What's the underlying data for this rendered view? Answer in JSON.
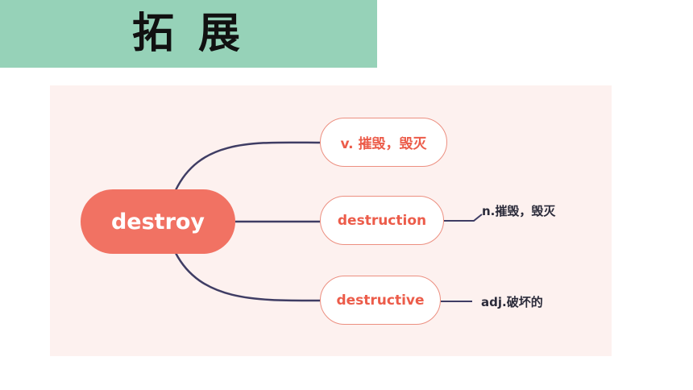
{
  "header": {
    "title": "拓展"
  },
  "mindmap": {
    "root": "destroy",
    "branches": [
      {
        "label": "v. 摧毁，毁灭",
        "note": ""
      },
      {
        "label": "destruction",
        "note": "n.摧毁，毁灭"
      },
      {
        "label": "destructive",
        "note": "adj.破坏的"
      }
    ]
  },
  "colors": {
    "title_bar": "#96d2b8",
    "panel_bg": "#fdf1ef",
    "root_fill": "#f17263",
    "node_border": "#ec8f80",
    "node_text": "#ec5c4a",
    "connector": "#3f3d64"
  }
}
